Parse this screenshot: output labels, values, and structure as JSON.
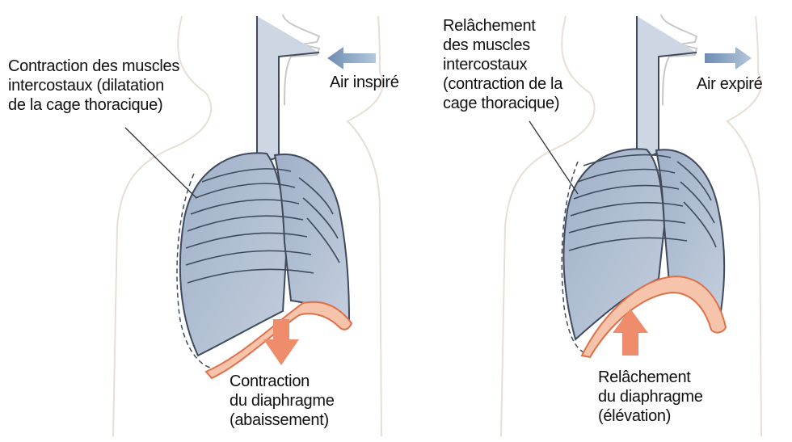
{
  "left_panel": {
    "intercostal_label": "Contraction des muscles\nintercostaux (dilatation\nde la cage thoracique)",
    "air_label": "Air inspiré",
    "diaphragm_label": "Contraction\ndu diaphragme\n(abaissement)",
    "air_arrow_direction": "left",
    "diaphragm_arrow_direction": "down"
  },
  "right_panel": {
    "intercostal_label": "Relâchement\ndes muscles\nintercostaux\n(contraction de la\ncage thoracique)",
    "air_label": "Air expiré",
    "diaphragm_label": "Relâchement\ndu diaphragme\n(élévation)",
    "air_arrow_direction": "right",
    "diaphragm_arrow_direction": "up"
  },
  "colors": {
    "lung_fill": "#a9b9cf",
    "lung_stroke": "#3f4a5c",
    "diaphragm_fill": "#f6c4ab",
    "diaphragm_stroke": "#e0704a",
    "air_arrow": "#7f9bbd",
    "diaphragm_arrow": "#ee8c6b",
    "body_outline": "#e6ddd3"
  }
}
